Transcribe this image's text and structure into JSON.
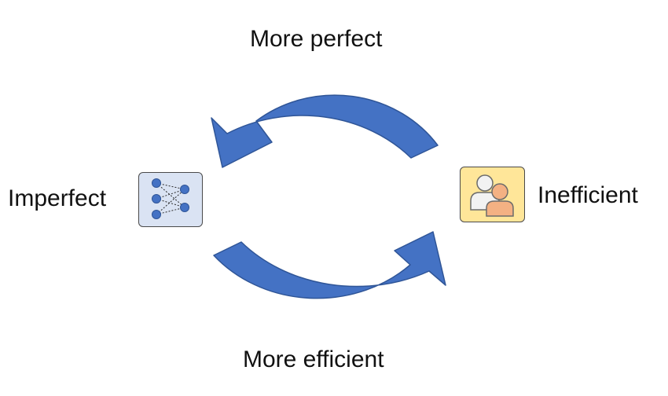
{
  "labels": {
    "top": "More perfect",
    "bottom": "More efficient",
    "left": "Imperfect",
    "right": "Inefficient"
  },
  "icons": {
    "left": "neural-network-icon",
    "right": "users-icon"
  },
  "colors": {
    "arrow": "#4472C4",
    "arrow_stroke": "#2F5597",
    "network_bg": "#DAE3F3",
    "network_node": "#4472C4",
    "users_bg": "#FFE699",
    "user_front": "#F4B183",
    "user_back": "#F2F2F2"
  }
}
